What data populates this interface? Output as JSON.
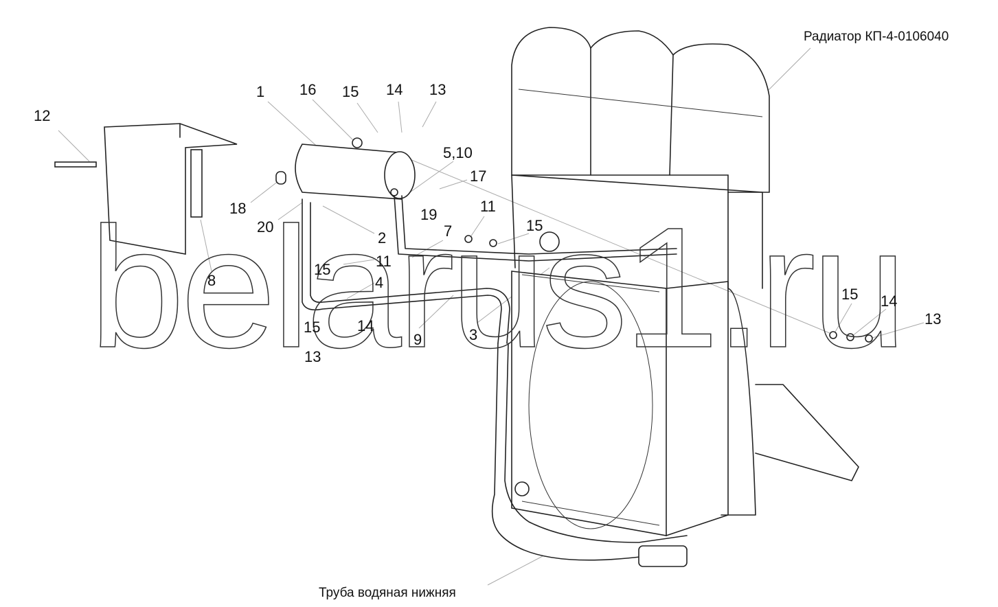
{
  "diagram": {
    "captions": {
      "radiator": "Радиатор КП-4-0106040",
      "lower_pipe": "Труба водяная нижняя"
    },
    "watermark": "belarus1.ru",
    "callouts": [
      "12",
      "1",
      "16",
      "15",
      "14",
      "13",
      "5,10",
      "17",
      "18",
      "20",
      "19",
      "2",
      "7",
      "11",
      "15",
      "15",
      "11",
      "4",
      "8",
      "15",
      "14",
      "13",
      "9",
      "3",
      "15",
      "14",
      "13"
    ]
  }
}
